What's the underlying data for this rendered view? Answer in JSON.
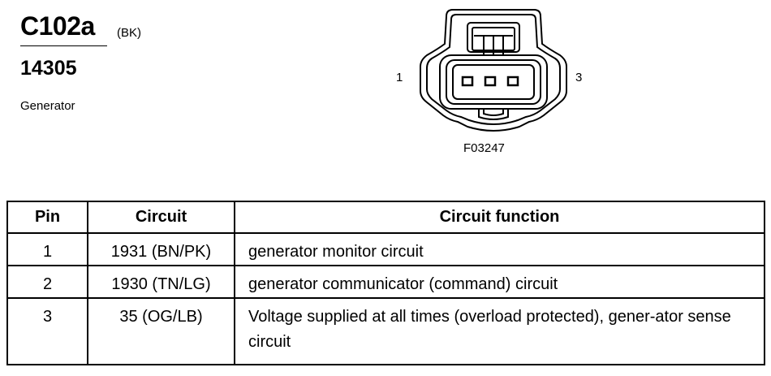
{
  "header": {
    "connector_id": "C102a",
    "connector_color": "(BK)",
    "part_number": "14305",
    "component": "Generator"
  },
  "figure": {
    "pin_label_left": "1",
    "pin_label_right": "3",
    "figure_code": "F03247"
  },
  "table": {
    "headers": [
      "Pin",
      "Circuit",
      "Circuit function"
    ],
    "rows": [
      {
        "pin": "1",
        "circuit": "1931 (BN/PK)",
        "function": "generator monitor circuit"
      },
      {
        "pin": "2",
        "circuit": "1930 (TN/LG)",
        "function": "generator communicator (command) circuit"
      },
      {
        "pin": "3",
        "circuit": "35 (OG/LB)",
        "function": "Voltage supplied at all times (overload protected), gener-ator sense circuit"
      }
    ]
  }
}
